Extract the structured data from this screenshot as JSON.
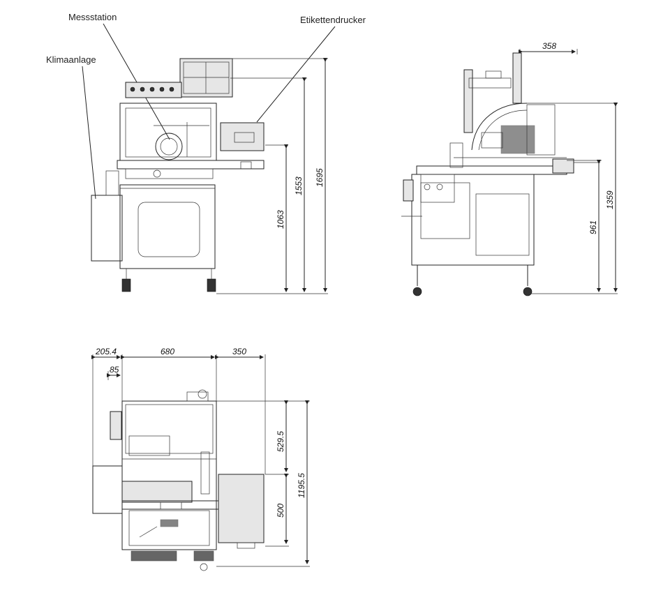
{
  "callouts": {
    "measuring_station": "Messstation",
    "label_printer": "Etikettendrucker",
    "air_conditioner": "Klimaanlage"
  },
  "front_view": {
    "dim_height_total": "1695",
    "dim_height_monitor": "1553",
    "dim_height_table": "1063"
  },
  "side_view": {
    "dim_depth_top": "358",
    "dim_height_top": "1359",
    "dim_height_table": "961"
  },
  "top_view": {
    "dim_width_left": "205.4",
    "dim_width_main": "680",
    "dim_width_right": "350",
    "dim_width_small": "85",
    "dim_depth_upper": "529.5",
    "dim_depth_total": "1195.5",
    "dim_depth_lower": "500"
  }
}
